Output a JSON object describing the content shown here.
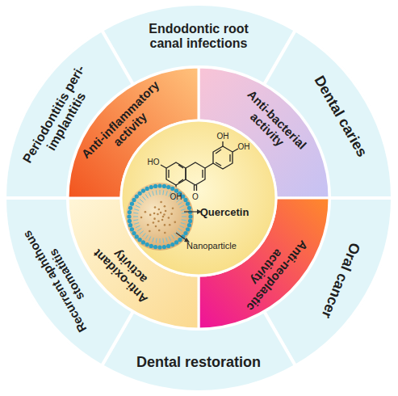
{
  "diagram": {
    "nodes": [
      {
        "text": [
          "Endodontic root canal infections"
        ]
      },
      {
        "text": [
          "Dental caries"
        ]
      },
      {
        "text": [
          "Oral cancer"
        ]
      },
      {
        "text": [
          "Dental restoration"
        ]
      },
      {
        "text": [
          "Recurrent aphthous stomatitis"
        ]
      },
      {
        "text": [
          "Periodontitis peri-implantitis"
        ]
      },
      {
        "text": [
          "Anti-inflammatory activity"
        ]
      },
      {
        "text": [
          "Anti-bacterial activity"
        ]
      },
      {
        "text": [
          "Anti-neoplastic activity"
        ]
      },
      {
        "text": [
          "Anti-oxidant activity"
        ]
      }
    ],
    "labels": [
      "Quercetin",
      "Nanoparticle",
      "HO",
      "OH",
      "O",
      "OH",
      "OH"
    ]
  }
}
